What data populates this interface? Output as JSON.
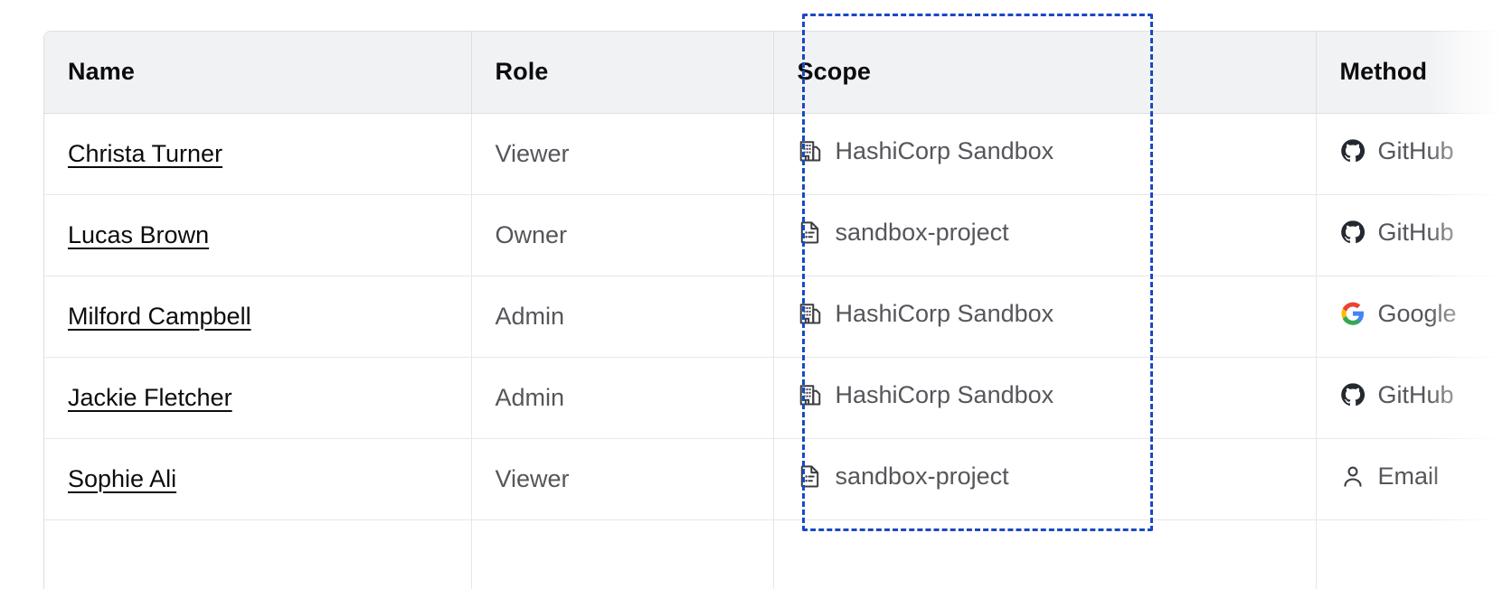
{
  "table": {
    "columns": [
      {
        "key": "name",
        "label": "Name"
      },
      {
        "key": "role",
        "label": "Role"
      },
      {
        "key": "scope",
        "label": "Scope"
      },
      {
        "key": "method",
        "label": "Method"
      }
    ],
    "rows": [
      {
        "name": "Christa Turner",
        "role": "Viewer",
        "scope": "HashiCorp Sandbox",
        "scope_icon": "org-building-icon",
        "method": "GitHub",
        "method_icon": "github-icon"
      },
      {
        "name": "Lucas Brown",
        "role": "Owner",
        "scope": "sandbox-project",
        "scope_icon": "project-document-icon",
        "method": "GitHub",
        "method_icon": "github-icon"
      },
      {
        "name": "Milford Campbell",
        "role": "Admin",
        "scope": "HashiCorp Sandbox",
        "scope_icon": "org-building-icon",
        "method": "Google",
        "method_icon": "google-icon"
      },
      {
        "name": "Jackie Fletcher",
        "role": "Admin",
        "scope": "HashiCorp Sandbox",
        "scope_icon": "org-building-icon",
        "method": "GitHub",
        "method_icon": "github-icon"
      },
      {
        "name": "Sophie Ali",
        "role": "Viewer",
        "scope": "sandbox-project",
        "scope_icon": "project-document-icon",
        "method": "Email",
        "method_icon": "user-person-icon"
      },
      {
        "name": "",
        "role": "",
        "scope": "",
        "scope_icon": "",
        "method": "",
        "method_icon": ""
      }
    ]
  },
  "annotation": {
    "target_column": "Scope",
    "highlight_color": "#1a49c4",
    "style": "dashed-rectangle"
  },
  "colors": {
    "header_bg": "#f1f2f4",
    "border": "#dedfe3",
    "row_border": "#e6e7ea",
    "text_primary": "#0c0c0e",
    "text_secondary": "#55565b",
    "highlight": "#1a49c4",
    "google_blue": "#4285f4",
    "google_red": "#ea4335",
    "google_yellow": "#fbbc05",
    "google_green": "#34a853",
    "github_dark": "#24292f"
  }
}
